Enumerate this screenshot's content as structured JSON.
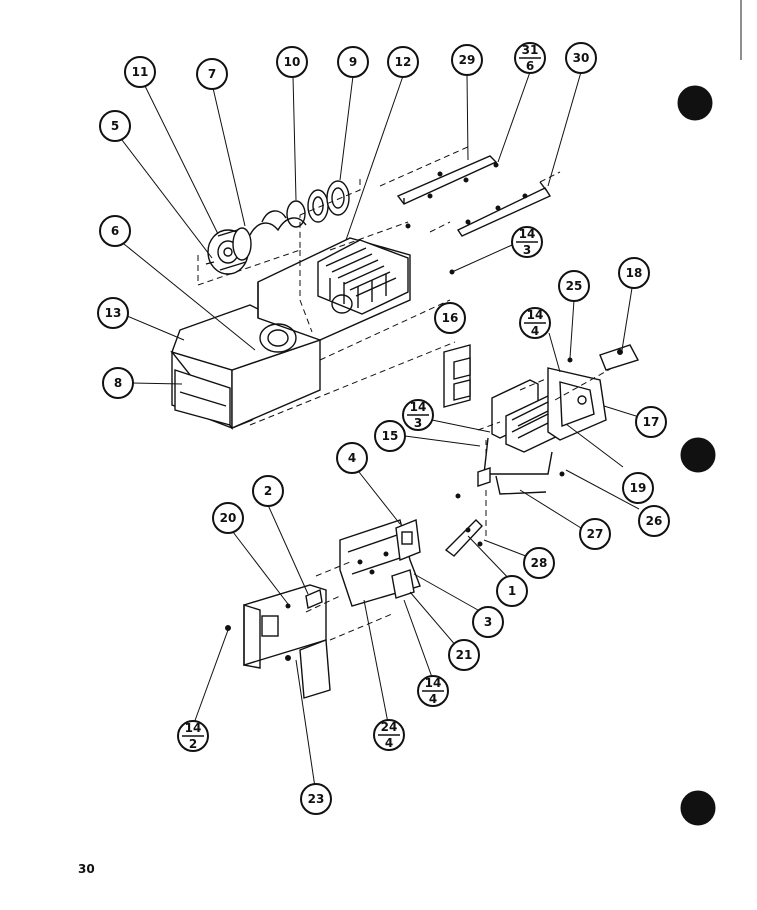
{
  "page_number": "30",
  "colors": {
    "ink": "#111111",
    "paper": "#ffffff"
  },
  "callouts": {
    "c11": "11",
    "c7": "7",
    "c10": "10",
    "c9": "9",
    "c12": "12",
    "c29": "29",
    "c31_6_top": "31",
    "c31_6_bot": "6",
    "c30": "30",
    "c5": "5",
    "c6": "6",
    "c14_3a_top": "14",
    "c14_3a_bot": "3",
    "c13": "13",
    "c8": "8",
    "c25": "25",
    "c18": "18",
    "c16": "16",
    "c14_4a_top": "14",
    "c14_4a_bot": "4",
    "c14_3b_top": "14",
    "c14_3b_bot": "3",
    "c15": "15",
    "c17": "17",
    "c19": "19",
    "c4": "4",
    "c2": "2",
    "c20": "20",
    "c26": "26",
    "c27": "27",
    "c28": "28",
    "c1": "1",
    "c3": "3",
    "c21": "21",
    "c14_4b_top": "14",
    "c14_4b_bot": "4",
    "c24_4_top": "24",
    "c24_4_bot": "4",
    "c14_2_top": "14",
    "c14_2_bot": "2",
    "c23": "23"
  }
}
